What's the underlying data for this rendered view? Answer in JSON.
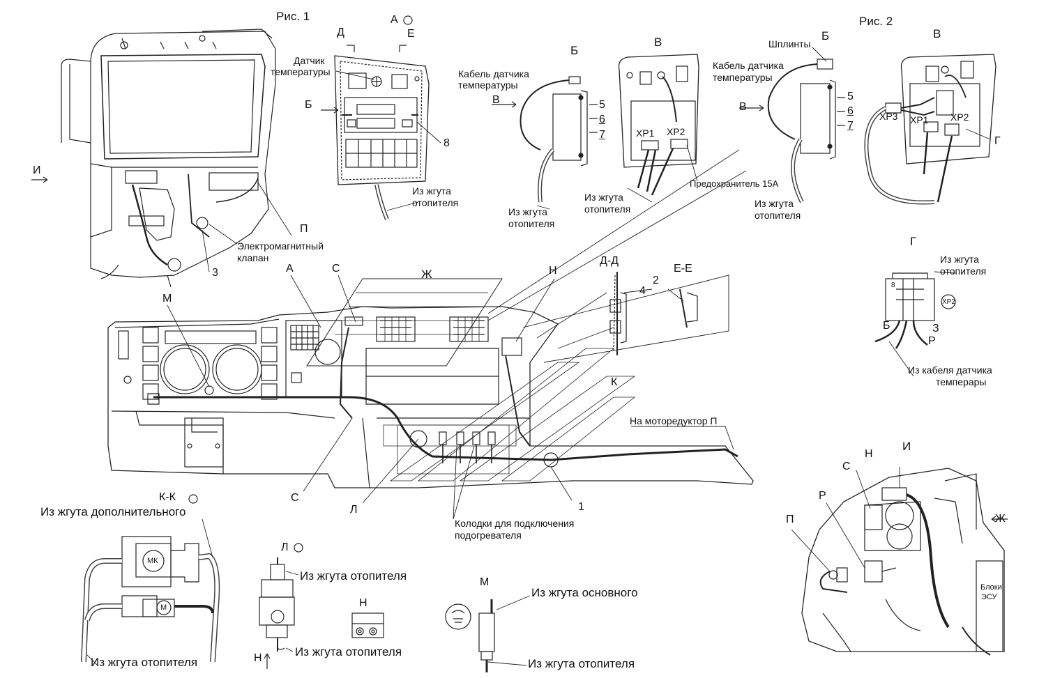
{
  "figures": {
    "fig1": "Рис. 1",
    "fig2": "Рис. 2"
  },
  "top_panel": {
    "d_mark": "Д",
    "e_mark": "Е",
    "a_circle": "А",
    "sensor_label_1": "Датчик",
    "sensor_label_2": "температуры",
    "b_arrow": "Б",
    "num_8": "8",
    "from_harness_1": "Из жгута",
    "from_harness_2": "отопителя"
  },
  "view_b": {
    "title": "Б",
    "cable_1": "Кабель датчика",
    "cable_2": "температуры",
    "v_arrow": "В",
    "n5": "5",
    "n6": "6",
    "n7": "7",
    "harness_1": "Из жгута",
    "harness_2": "отопителя"
  },
  "view_v": {
    "title": "В",
    "xp1": "XP1",
    "xp2": "XP2",
    "harness_1": "Из жгута",
    "harness_2": "отопителя",
    "fuse": "Предохранитель 15А"
  },
  "fig2_b": {
    "title": "Б",
    "pins": "Шплинты",
    "cable_1": "Кабель датчика",
    "cable_2": "температуры",
    "v_arrow": "В",
    "n5": "5",
    "n6": "6",
    "n7": "7",
    "harness_1": "Из жгута",
    "harness_2": "отопителя"
  },
  "fig2_v": {
    "title": "В",
    "xp3": "XP3",
    "xp1": "XP1",
    "xp2": "XP2",
    "g": "Г"
  },
  "view_g": {
    "title": "Г",
    "harness_1": "Из жгута",
    "harness_2": "отопителя",
    "pin8": "8",
    "xp2": "XP2",
    "b": "Б",
    "z": "З",
    "r": "Р",
    "sensor_1": "Из кабеля датчика",
    "sensor_2": "темперары"
  },
  "cab": {
    "i_arrow": "И",
    "p": "П",
    "valve_1": "Электромагнитный",
    "valve_2": "клапан",
    "n3": "3"
  },
  "dash": {
    "m": "М",
    "a": "А",
    "c_top": "С",
    "zh": "Ж",
    "n_top": "Н",
    "dd": "Д-Д",
    "ee": "Е-Е",
    "n4": "4",
    "n2": "2",
    "k": "К",
    "motor": "На моторедуктор П",
    "c_bottom": "С",
    "l": "Л",
    "n1": "1",
    "pads_1": "Колодки для подключения",
    "pads_2": "подогревателя"
  },
  "kk": {
    "title": "К-К",
    "extra": "Из жгута дополнительного",
    "mk": "МК",
    "m": "М",
    "heater": "Из жгута отопителя"
  },
  "l_view": {
    "title": "Л",
    "heater_top": "Из жгута отопителя",
    "h": "Н",
    "heater_bottom": "Из жгута отопителя"
  },
  "n_view": {
    "title": "Н"
  },
  "m_view": {
    "title": "М",
    "main": "Из жгута основного",
    "heater": "Из жгута отопителя"
  },
  "i_view": {
    "n": "Н",
    "i": "И",
    "c": "С",
    "r": "Р",
    "p": "П",
    "zh": "Ж",
    "ecu_1": "Блоки",
    "ecu_2": "ЭСУ"
  }
}
